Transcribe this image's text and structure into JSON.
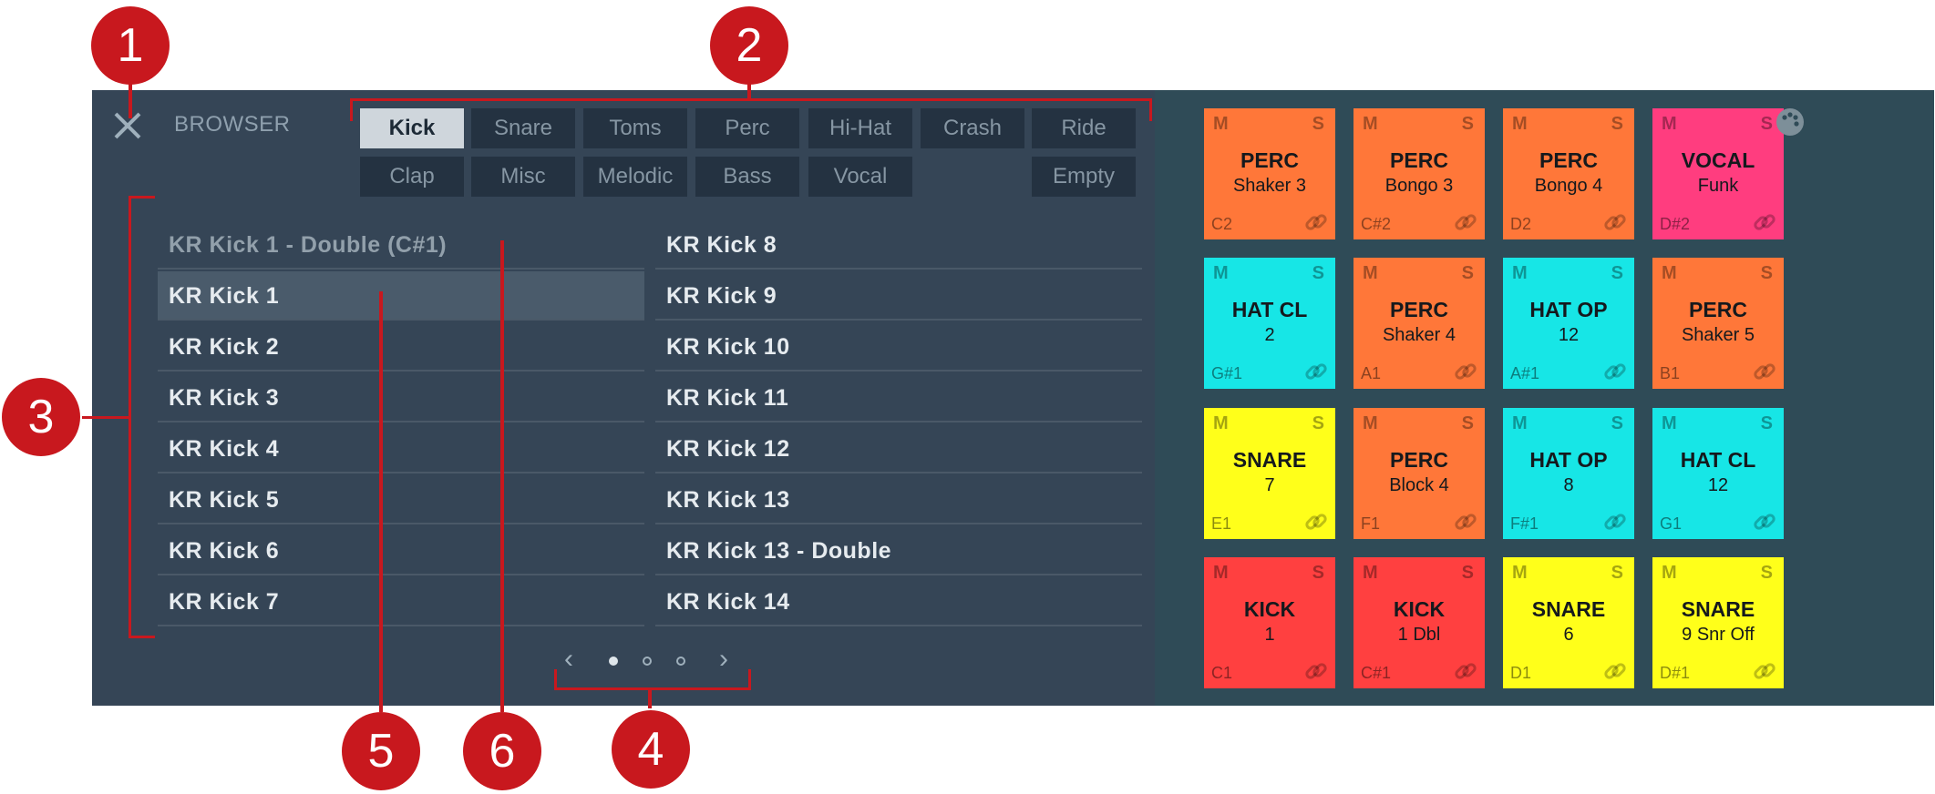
{
  "browser": {
    "title": "BROWSER",
    "tags_row1": [
      "Kick",
      "Snare",
      "Toms",
      "Perc",
      "Hi-Hat",
      "Crash",
      "Ride"
    ],
    "tags_row2": [
      "Clap",
      "Misc",
      "Melodic",
      "Bass",
      "Vocal",
      "Empty"
    ],
    "active_tag": "Kick",
    "list_left": [
      "KR Kick 1 - Double (C#1)",
      "KR Kick 1",
      "KR Kick 2",
      "KR Kick 3",
      "KR Kick 4",
      "KR Kick 5",
      "KR Kick 6",
      "KR Kick 7"
    ],
    "list_right": [
      "KR Kick 8",
      "KR Kick 9",
      "KR Kick 10",
      "KR Kick 11",
      "KR Kick 12",
      "KR Kick 13",
      "KR Kick 13 - Double",
      "KR Kick 14"
    ],
    "loaded_item": "KR Kick 1 - Double (C#1)",
    "selected_item": "KR Kick 1",
    "pager": {
      "pages": 3,
      "current": 1
    }
  },
  "pads": {
    "mute_label": "M",
    "solo_label": "S",
    "rows": [
      [
        {
          "name": "PERC",
          "sub": "Shaker 3",
          "note": "C2",
          "color": "#ff7739"
        },
        {
          "name": "PERC",
          "sub": "Bongo 3",
          "note": "C#2",
          "color": "#ff7739"
        },
        {
          "name": "PERC",
          "sub": "Bongo 4",
          "note": "D2",
          "color": "#ff7739"
        },
        {
          "name": "VOCAL",
          "sub": "Funk",
          "note": "D#2",
          "color": "#ff3d7f"
        }
      ],
      [
        {
          "name": "HAT CL",
          "sub": "2",
          "note": "G#1",
          "color": "#17e6e6"
        },
        {
          "name": "PERC",
          "sub": "Shaker 4",
          "note": "A1",
          "color": "#ff7739"
        },
        {
          "name": "HAT OP",
          "sub": "12",
          "note": "A#1",
          "color": "#17e6e6"
        },
        {
          "name": "PERC",
          "sub": "Shaker 5",
          "note": "B1",
          "color": "#ff7739"
        }
      ],
      [
        {
          "name": "SNARE",
          "sub": "7",
          "note": "E1",
          "color": "#ffff1a"
        },
        {
          "name": "PERC",
          "sub": "Block 4",
          "note": "F1",
          "color": "#ff7739"
        },
        {
          "name": "HAT OP",
          "sub": "8",
          "note": "F#1",
          "color": "#17e6e6"
        },
        {
          "name": "HAT CL",
          "sub": "12",
          "note": "G1",
          "color": "#17e6e6"
        }
      ],
      [
        {
          "name": "KICK",
          "sub": "1",
          "note": "C1",
          "color": "#ff4040"
        },
        {
          "name": "KICK",
          "sub": "1 Dbl",
          "note": "C#1",
          "color": "#ff4040"
        },
        {
          "name": "SNARE",
          "sub": "6",
          "note": "D1",
          "color": "#ffff1a"
        },
        {
          "name": "SNARE",
          "sub": "9 Snr Off",
          "note": "D#1",
          "color": "#ffff1a"
        }
      ]
    ]
  },
  "callouts": [
    "1",
    "2",
    "3",
    "4",
    "5",
    "6"
  ],
  "colors": {
    "callout": "#c8181e",
    "browser_bg": "#354556",
    "active_tag_bg": "#cfd6dc"
  },
  "icons": {
    "close": "close-icon",
    "settings": "settings-icon",
    "pad_link": "link-icon"
  }
}
